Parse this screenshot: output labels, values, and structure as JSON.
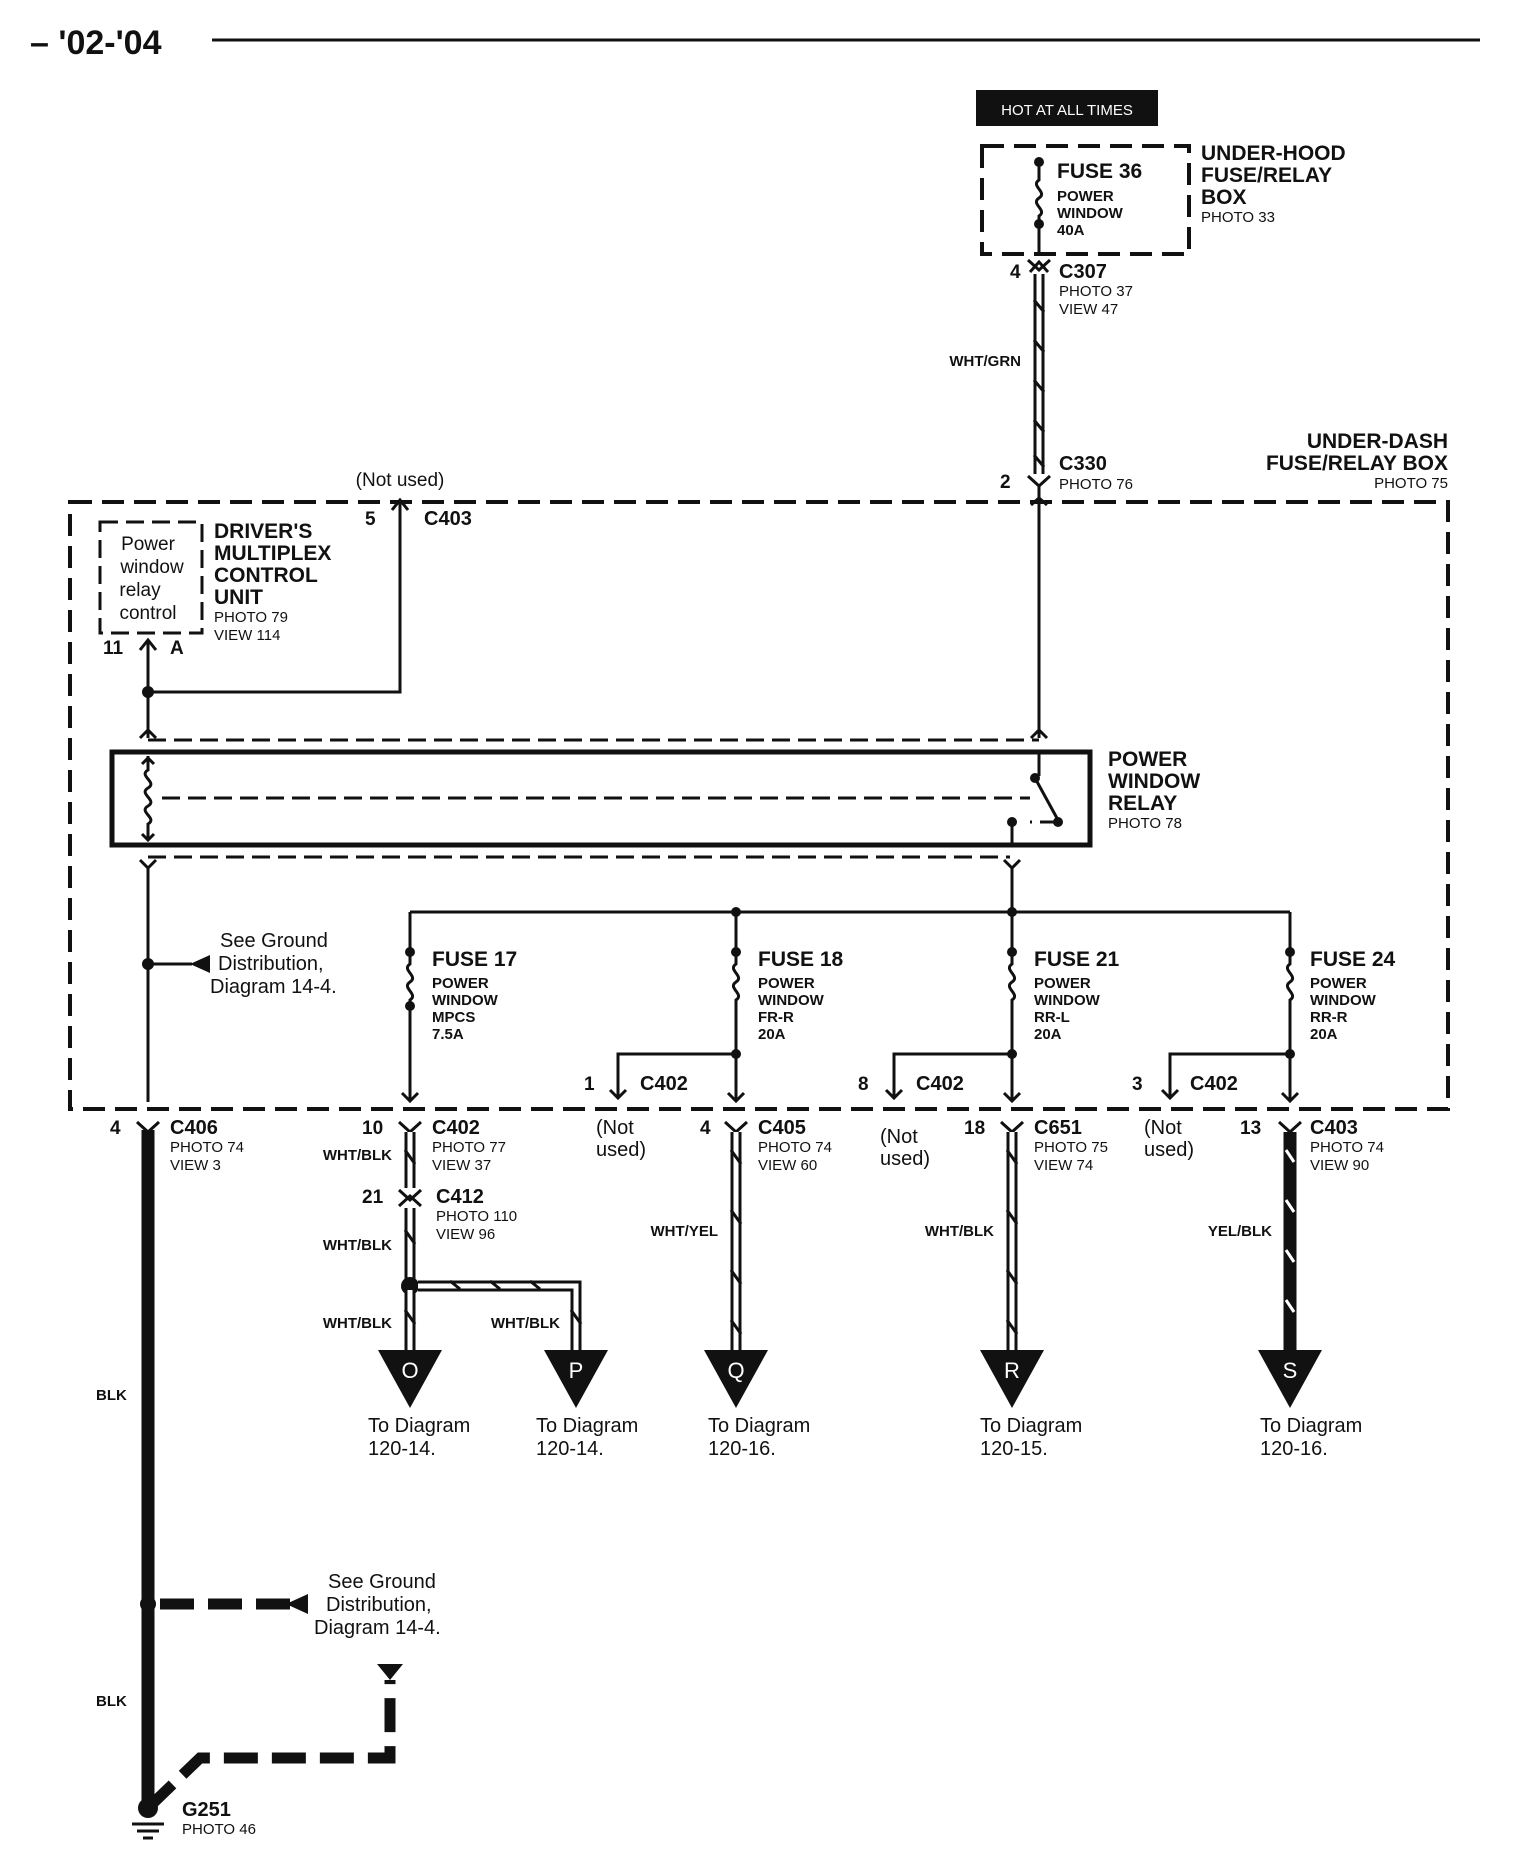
{
  "header": {
    "years": "– '02-'04"
  },
  "hot_label": "HOT AT ALL TIMES",
  "under_hood": {
    "box_name_1": "UNDER-HOOD",
    "box_name_2": "FUSE/RELAY",
    "box_name_3": "BOX",
    "photo": "PHOTO 33",
    "fuse36": {
      "title": "FUSE 36",
      "l1": "POWER",
      "l2": "WINDOW",
      "l3": "40A"
    }
  },
  "c307": {
    "pin": "4",
    "name": "C307",
    "photo": "PHOTO 37",
    "view": "VIEW 47"
  },
  "wire_whtgrn": "WHT/GRN",
  "c330": {
    "pin": "2",
    "name": "C330",
    "photo": "PHOTO 76"
  },
  "under_dash": {
    "name_1": "UNDER-DASH",
    "name_2": "FUSE/RELAY BOX",
    "photo": "PHOTO 75"
  },
  "not_used_top": "(Not used)",
  "c403_top": {
    "pin": "5",
    "name": "C403"
  },
  "mcu": {
    "inner_1": "Power",
    "inner_2": "window",
    "inner_3": "relay",
    "inner_4": "control",
    "name_1": "DRIVER'S",
    "name_2": "MULTIPLEX",
    "name_3": "CONTROL",
    "name_4": "UNIT",
    "photo": "PHOTO 79",
    "view": "VIEW 114",
    "pin_num": "11",
    "pin_letter": "A"
  },
  "relay": {
    "name_1": "POWER",
    "name_2": "WINDOW",
    "name_3": "RELAY",
    "photo": "PHOTO 78"
  },
  "ground_note_1": {
    "l1": "See Ground",
    "l2": "Distribution,",
    "l3": "Diagram 14-4."
  },
  "fuses": [
    {
      "title": "FUSE 17",
      "l1": "POWER",
      "l2": "WINDOW",
      "l3": "MPCS",
      "l4": "7.5A"
    },
    {
      "title": "FUSE 18",
      "l1": "POWER",
      "l2": "WINDOW",
      "l3": "FR-R",
      "l4": "20A"
    },
    {
      "title": "FUSE 21",
      "l1": "POWER",
      "l2": "WINDOW",
      "l3": "RR-L",
      "l4": "20A"
    },
    {
      "title": "FUSE 24",
      "l1": "POWER",
      "l2": "WINDOW",
      "l3": "RR-R",
      "l4": "20A"
    }
  ],
  "c402_unused": [
    {
      "pin": "1",
      "name": "C402"
    },
    {
      "pin": "8",
      "name": "C402"
    },
    {
      "pin": "3",
      "name": "C402"
    }
  ],
  "not_used_text": {
    "l1": "(Not",
    "l2": "used)"
  },
  "bottom_connectors": [
    {
      "pin": "4",
      "name": "C406",
      "photo": "PHOTO 74",
      "view": "VIEW 3"
    },
    {
      "pin": "10",
      "name": "C402",
      "photo": "PHOTO 77",
      "view": "VIEW 37"
    },
    {
      "pin": "4",
      "name": "C405",
      "photo": "PHOTO 74",
      "view": "VIEW 60"
    },
    {
      "pin": "18",
      "name": "C651",
      "photo": "PHOTO 75",
      "view": "VIEW 74"
    },
    {
      "pin": "13",
      "name": "C403",
      "photo": "PHOTO 74",
      "view": "VIEW 90"
    }
  ],
  "c412": {
    "pin": "21",
    "name": "C412",
    "photo": "PHOTO 110",
    "view": "VIEW 96"
  },
  "wire_colors": {
    "whtblk": "WHT/BLK",
    "whtyel": "WHT/YEL",
    "yelblk": "YEL/BLK",
    "blk": "BLK"
  },
  "destinations": [
    {
      "letter": "O",
      "l1": "To Diagram",
      "l2": "120-14."
    },
    {
      "letter": "P",
      "l1": "To Diagram",
      "l2": "120-14."
    },
    {
      "letter": "Q",
      "l1": "To Diagram",
      "l2": "120-16."
    },
    {
      "letter": "R",
      "l1": "To Diagram",
      "l2": "120-15."
    },
    {
      "letter": "S",
      "l1": "To Diagram",
      "l2": "120-16."
    }
  ],
  "ground_note_2": {
    "l1": "See Ground",
    "l2": "Distribution,",
    "l3": "Diagram 14-4."
  },
  "g251": {
    "name": "G251",
    "photo": "PHOTO 46"
  }
}
